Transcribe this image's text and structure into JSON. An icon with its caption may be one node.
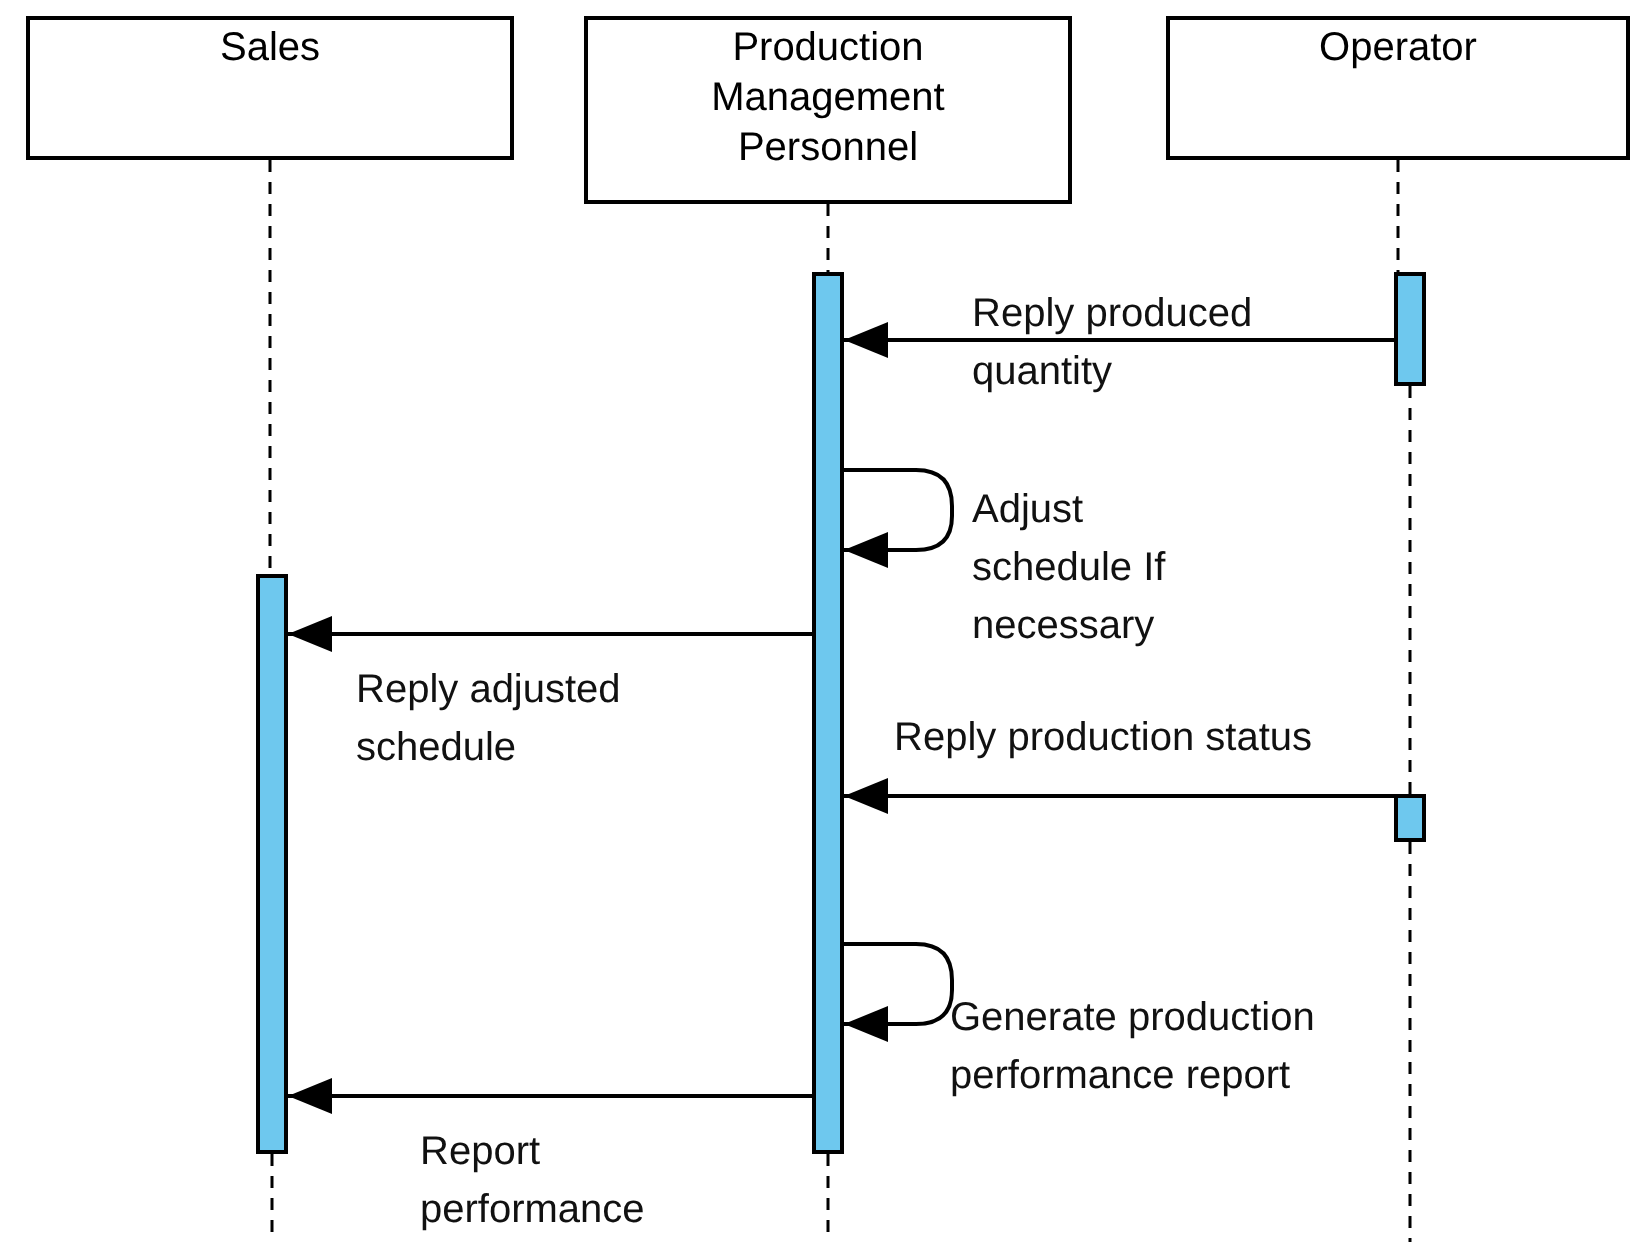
{
  "diagram": {
    "nodes": [
      {
        "text": [
          "Sales"
        ]
      },
      {
        "text": [
          "Production Management Personnel"
        ]
      },
      {
        "text": [
          "Operator"
        ]
      },
      {
        "text": [],
        "shape": "bar"
      },
      {
        "text": [],
        "shape": "bar"
      },
      {
        "text": [],
        "shape": "bar"
      },
      {
        "text": [],
        "shape": "bar"
      }
    ],
    "edges": [
      {
        "from": 0,
        "to": 3,
        "arrow": "none",
        "style": "dashed"
      },
      {
        "from": 1,
        "to": 4,
        "arrow": "none",
        "style": "dashed"
      },
      {
        "from": 2,
        "to": 5,
        "arrow": "none",
        "style": "dashed"
      },
      {
        "from": 5,
        "to": 6,
        "arrow": "none",
        "style": "dashed"
      },
      {
        "from": 5,
        "to": 4,
        "arrow": "to",
        "label": "Reply produced quantity"
      },
      {
        "from": 4,
        "to": 4,
        "arrow": "to",
        "label": "Adjust schedule If necessary"
      },
      {
        "from": 4,
        "to": 3,
        "arrow": "to",
        "label": "Reply adjusted schedule"
      },
      {
        "from": 6,
        "to": 4,
        "arrow": "to",
        "label": "Reply production status"
      },
      {
        "from": 4,
        "to": 4,
        "arrow": "to",
        "label": "Generate production performance report"
      },
      {
        "from": 4,
        "to": 3,
        "arrow": "to",
        "label": "Report performance"
      }
    ]
  }
}
